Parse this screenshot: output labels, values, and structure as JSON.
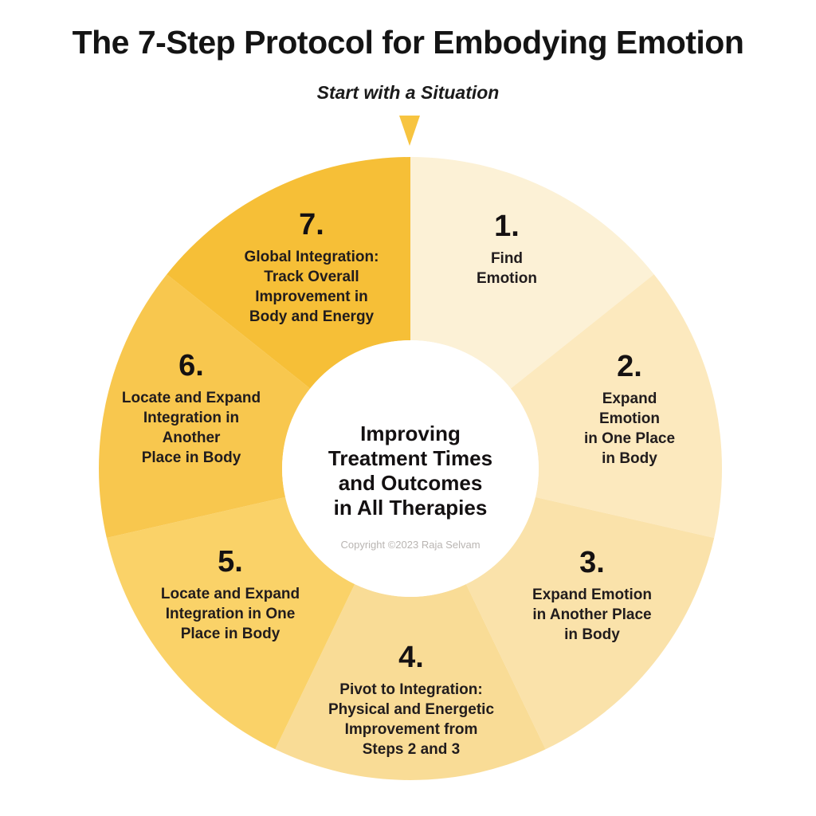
{
  "title": "The 7-Step Protocol for Embodying Emotion",
  "subtitle": "Start with a Situation",
  "center": {
    "text": "Improving\nTreatment Times\nand Outcomes\nin All Therapies",
    "copyright": "Copyright ©2023 Raja Selvam"
  },
  "colors": {
    "background": "#FFFFFF",
    "arrow": "#F7C440",
    "center_circle": "#FFFFFF",
    "label_text": "#211C1D",
    "copyright_gray": "#B9B5B2"
  },
  "chart_data": {
    "type": "pie",
    "subtype": "donut",
    "title": "The 7-Step Protocol for Embodying Emotion",
    "start_angle_deg": 0,
    "direction": "clockwise",
    "equal_segments": true,
    "segments": [
      {
        "number": "1.",
        "label": "Find\nEmotion",
        "value": 1,
        "color": "#FCF1D6"
      },
      {
        "number": "2.",
        "label": "Expand Emotion\nin One Place\nin Body",
        "value": 1,
        "color": "#FCE9BE"
      },
      {
        "number": "3.",
        "label": "Expand Emotion\nin Another Place\nin Body",
        "value": 1,
        "color": "#FAE2AA"
      },
      {
        "number": "4.",
        "label": "Pivot to Integration:\nPhysical and Energetic\nImprovement from\nSteps 2 and 3",
        "value": 1,
        "color": "#F9DC96"
      },
      {
        "number": "5.",
        "label": "Locate and Expand\nIntegration in One\nPlace in Body",
        "value": 1,
        "color": "#FAD268"
      },
      {
        "number": "6.",
        "label": "Locate and Expand\nIntegration in\nAnother\nPlace in Body",
        "value": 1,
        "color": "#F8C74E"
      },
      {
        "number": "7.",
        "label": "Global Integration:\nTrack Overall\nImprovement in\nBody and Energy",
        "value": 1,
        "color": "#F6BF37"
      }
    ]
  }
}
